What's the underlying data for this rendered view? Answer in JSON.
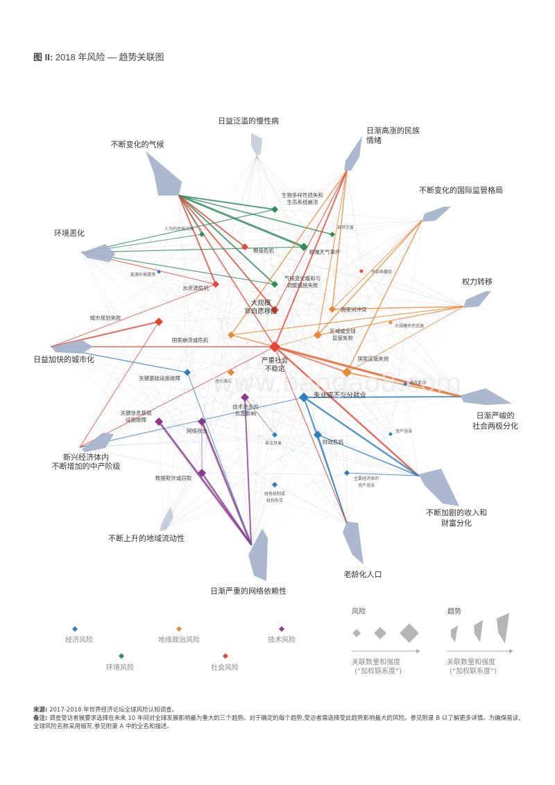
{
  "title": {
    "prefix": "图 II:",
    "text": "2018 年风险 — 趋势关联图"
  },
  "colors": {
    "economic": "#2e7dbf",
    "geopolitical": "#e8893a",
    "environmental": "#2e8b5a",
    "societal": "#e2473a",
    "technological": "#8a3b8f",
    "trend": "#a7b4cc"
  },
  "trends": [
    {
      "id": "t1",
      "label": "不断变化的气候"
    },
    {
      "id": "t2",
      "label": "日益泛滥的慢性病"
    },
    {
      "id": "t3",
      "label": "日渐高涨的民族"
    },
    {
      "id": "t3b",
      "label": "情绪"
    },
    {
      "id": "t4",
      "label": "不断变化的国际监管格局"
    },
    {
      "id": "t5",
      "label": "权力转移"
    },
    {
      "id": "t6",
      "label": "日渐严峻的"
    },
    {
      "id": "t6b",
      "label": "社会两极分化"
    },
    {
      "id": "t7",
      "label": "不断加剧的收入和"
    },
    {
      "id": "t7b",
      "label": "财富分化"
    },
    {
      "id": "t8",
      "label": "老龄化人口"
    },
    {
      "id": "t9",
      "label": "日渐严重的网络依赖性"
    },
    {
      "id": "t10",
      "label": "不断上升的地域流动性"
    },
    {
      "id": "t11",
      "label": "新兴经济体内"
    },
    {
      "id": "t11b",
      "label": "不断增加的中产阶级"
    },
    {
      "id": "t12",
      "label": "日益加快的城市化"
    },
    {
      "id": "t13",
      "label": "环境恶化"
    }
  ],
  "risks": [
    {
      "id": "r1",
      "label": "生物多样性损失和",
      "label2": "生态系统崩溃",
      "cat": "environmental"
    },
    {
      "id": "r2",
      "label": "人为的环境灾难",
      "cat": "environmental"
    },
    {
      "id": "r3",
      "label": "自然灾害",
      "cat": "environmental"
    },
    {
      "id": "r4",
      "label": "粮食危机",
      "cat": "societal"
    },
    {
      "id": "r5",
      "label": "极端天气事件",
      "cat": "environmental"
    },
    {
      "id": "r6",
      "label": "能源价格震荡",
      "cat": "economic"
    },
    {
      "id": "r7",
      "label": "传染病蔓延",
      "cat": "societal"
    },
    {
      "id": "r8",
      "label": "水资源危机",
      "cat": "societal"
    },
    {
      "id": "r9",
      "label": "气候变化缓和与",
      "label2": "调整措施失败",
      "cat": "environmental"
    },
    {
      "id": "r10",
      "label": "大规模",
      "label2": "非自愿移民",
      "cat": "societal"
    },
    {
      "id": "r11",
      "label": "国家间冲突",
      "cat": "geopolitical"
    },
    {
      "id": "r12",
      "label": "城市规划失败",
      "cat": "societal"
    },
    {
      "id": "r13",
      "label": "大规模杀伤武器",
      "cat": "geopolitical"
    },
    {
      "id": "r14",
      "label": "国家崩溃或危机",
      "cat": "geopolitical"
    },
    {
      "id": "r15",
      "label": "区域或全球",
      "label2": "监管失败",
      "cat": "geopolitical"
    },
    {
      "id": "r16",
      "label": "严重社会",
      "label2": "不稳定",
      "cat": "societal"
    },
    {
      "id": "r17",
      "label": "国家监管失效",
      "cat": "geopolitical"
    },
    {
      "id": "r18",
      "label": "关键基础设施故障",
      "cat": "economic"
    },
    {
      "id": "r19",
      "label": "恐怖袭击",
      "cat": "geopolitical"
    },
    {
      "id": "r20",
      "label": "通货紧缩",
      "cat": "economic"
    },
    {
      "id": "r21",
      "label": "失业或不充分就业",
      "cat": "economic"
    },
    {
      "id": "r22",
      "label": "技术进步的",
      "label2": "负面影响",
      "cat": "technological"
    },
    {
      "id": "r23",
      "label": "关键信息基础",
      "label2": "设施故障",
      "cat": "technological"
    },
    {
      "id": "r24",
      "label": "网络攻击",
      "cat": "technological"
    },
    {
      "id": "r25",
      "label": "资产泡沫",
      "cat": "economic"
    },
    {
      "id": "r26",
      "label": "非法贸易",
      "cat": "economic"
    },
    {
      "id": "r27",
      "label": "财政危机",
      "cat": "economic"
    },
    {
      "id": "r28",
      "label": "数据欺诈或窃取",
      "cat": "technological"
    },
    {
      "id": "r29",
      "label": "主要经济体的",
      "label2": "资产泡沫",
      "cat": "economic"
    },
    {
      "id": "r30",
      "label": "财务机制或",
      "label2": "机构失灵",
      "cat": "economic"
    }
  ],
  "legend": {
    "categories": [
      {
        "label": "经济风险",
        "cat": "economic"
      },
      {
        "label": "地缘政治风险",
        "cat": "geopolitical"
      },
      {
        "label": "技术风险",
        "cat": "technological"
      },
      {
        "label": "环境风险",
        "cat": "environmental"
      },
      {
        "label": "社会风险",
        "cat": "societal"
      }
    ],
    "risks_head": "风险",
    "trends_head": "趋势",
    "scale_line1": "关联数量和强度",
    "scale_line2": "(“加权联系度”)"
  },
  "watermark": "www.baogao8.com",
  "notes": {
    "source_label": "来源:",
    "source_text": "2017-2018 年世界经济论坛全球风险认知调查。",
    "note_label": "备注:",
    "note_text": "调查受访者被要求选择在未来 10 年间对全球发展影响最为重大的三个趋势。对于确定的每个趋势,受访者需选择受此趋势影响最大的风险。参见附录 B 以了解更多详情。为确保易读,全球风险名称采用缩写,参见附录 A 中的全名和描述。"
  }
}
